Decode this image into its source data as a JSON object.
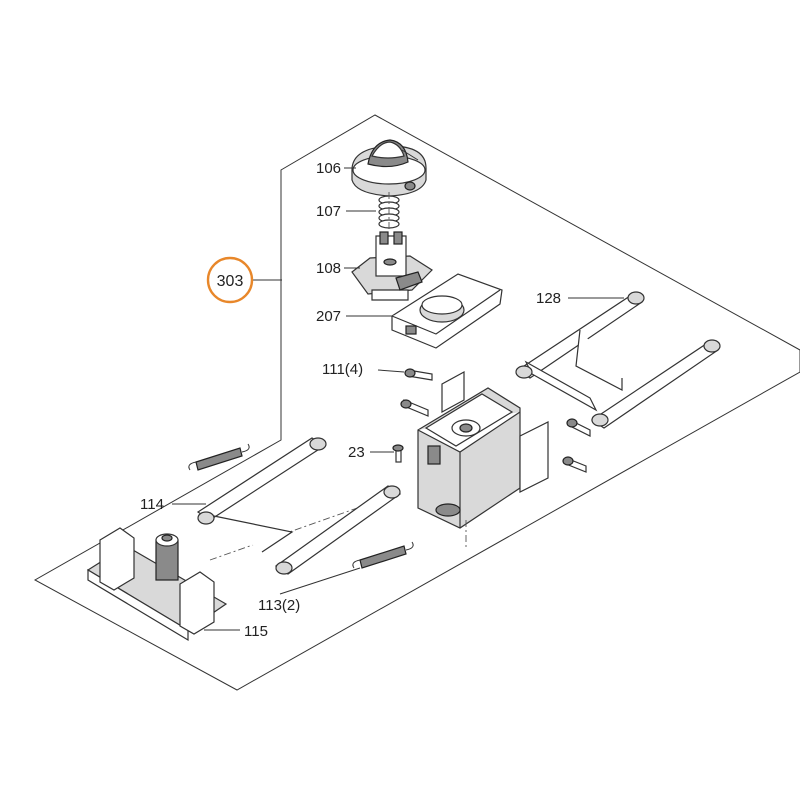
{
  "diagram": {
    "assembly_label": "303",
    "highlight_color": "#e8872a",
    "labels": {
      "p106": "106",
      "p107": "107",
      "p108": "108",
      "p207": "207",
      "p128": "128",
      "p111": "111(4)",
      "p23": "23",
      "p114": "114",
      "p113": "113(2)",
      "p115": "115"
    }
  }
}
